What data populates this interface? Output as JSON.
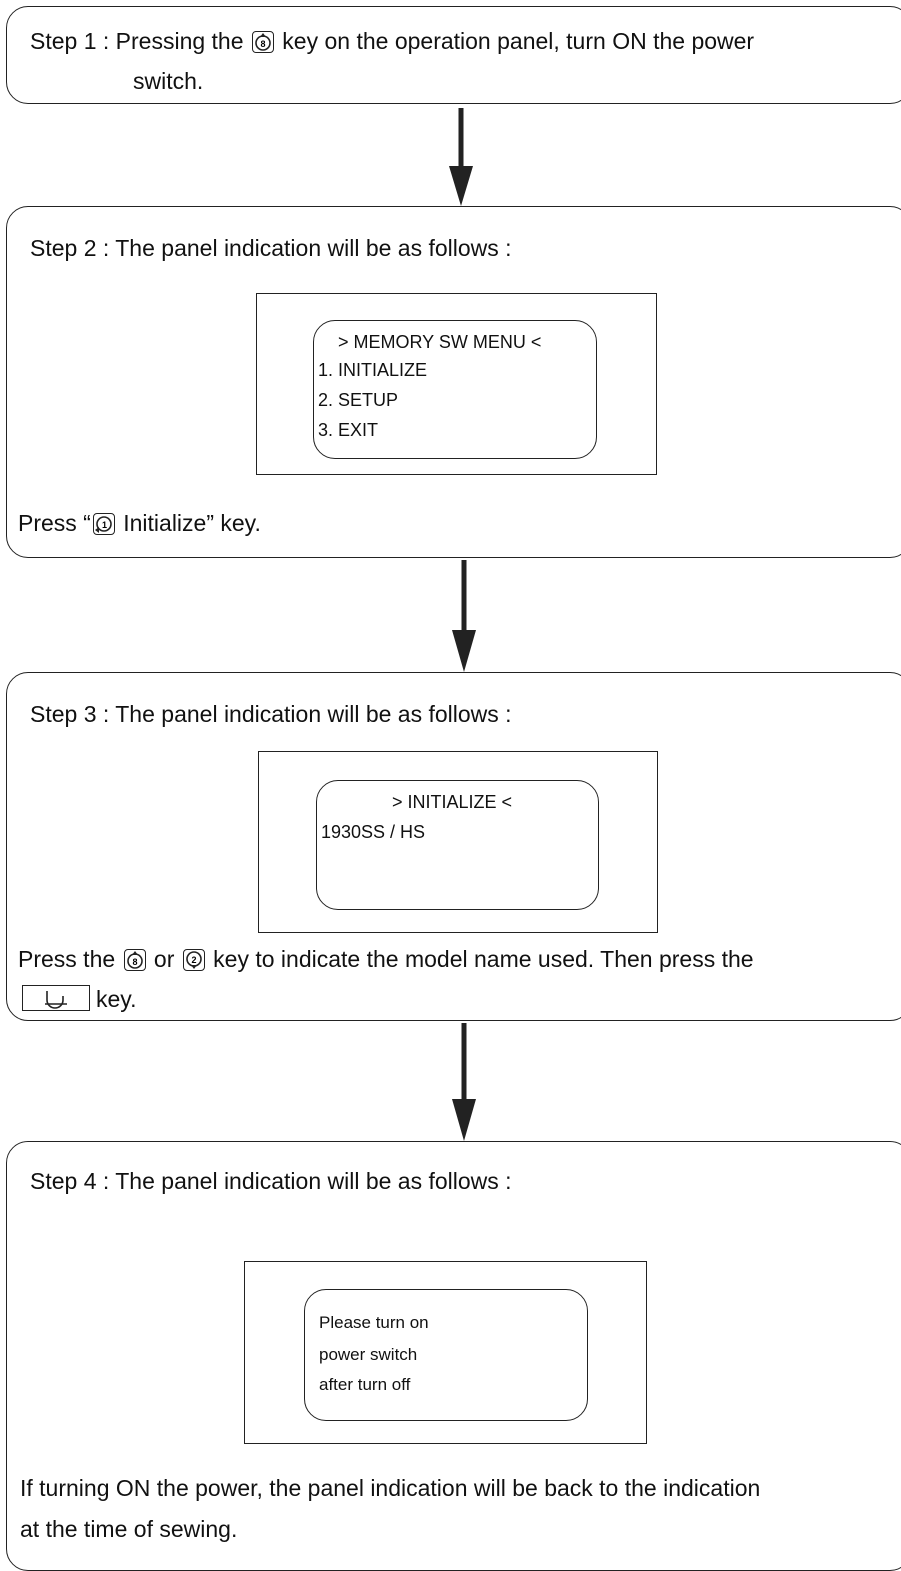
{
  "step1": {
    "pre": "Step 1 :  Pressing the ",
    "key": "8",
    "post": " key on the operation panel, turn ON the power",
    "line2": "switch."
  },
  "step2": {
    "title": "Step 2 :  The panel indication will be as follows :",
    "lcd_lines": [
      "> MEMORY SW MENU <",
      "1. INITIALIZE",
      "2. SETUP",
      "3. EXIT"
    ],
    "note_pre": "Press “",
    "note_key": "1",
    "note_post": " Initialize” key."
  },
  "step3": {
    "title": "Step 3 :  The panel indication will be as follows :",
    "lcd_lines": [
      "> INITIALIZE <",
      "1930SS / HS"
    ],
    "note_pre": "Press the ",
    "note_key1": "8",
    "note_mid": " or ",
    "note_key2": "2",
    "note_post": " key to indicate the model name used. Then press the",
    "note_line2": "key."
  },
  "step4": {
    "title": "Step 4 :  The panel indication will be as follows :",
    "lcd_lines": [
      "Please turn on",
      "power switch",
      "after turn off"
    ],
    "note_line1": "If turning ON the power, the panel indication will be back to the indication",
    "note_line2": "at the time of sewing."
  }
}
